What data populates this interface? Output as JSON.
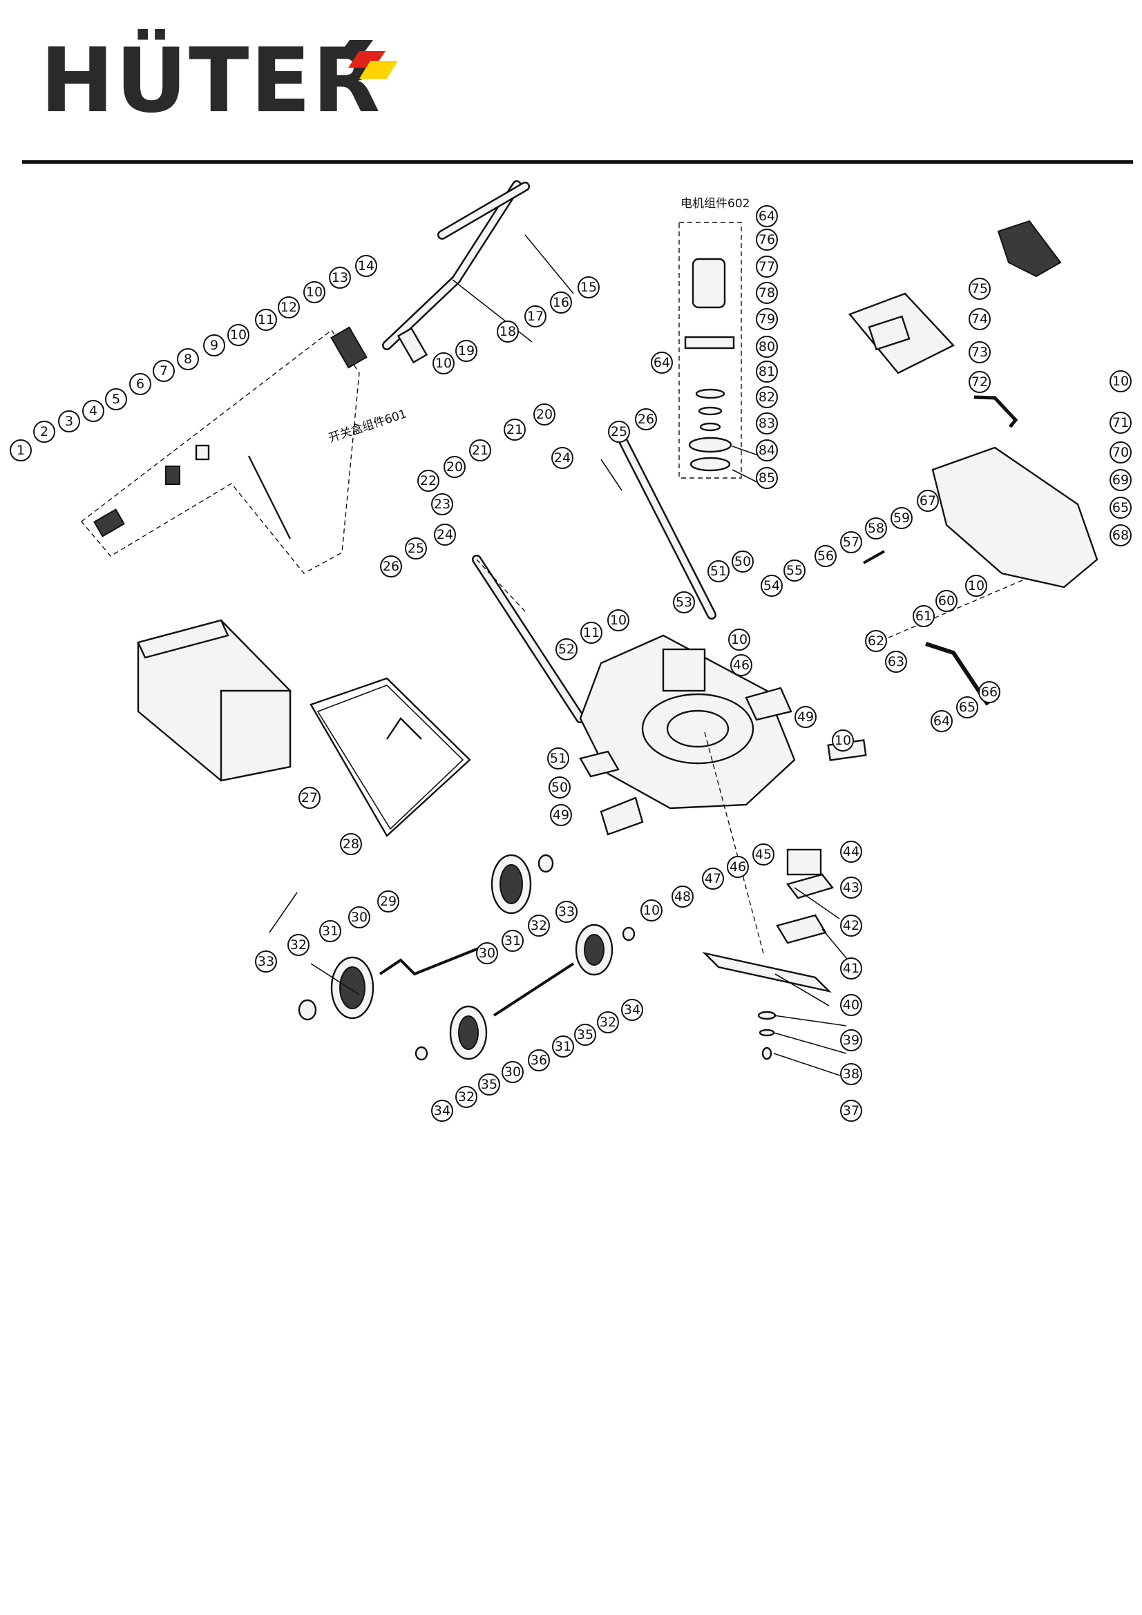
{
  "brand": {
    "name": "HÜTER",
    "accent_colors": [
      "#e2231a",
      "#ffd400",
      "#2a2a2a"
    ]
  },
  "diagram": {
    "subassembly_labels": {
      "motor_assembly": "电机组件602",
      "switch_assembly": "开关盒组件601"
    },
    "callouts": [
      "1",
      "2",
      "3",
      "4",
      "5",
      "6",
      "7",
      "8",
      "9",
      "10",
      "11",
      "12",
      "13",
      "14",
      "15",
      "16",
      "17",
      "18",
      "19",
      "20",
      "21",
      "22",
      "23",
      "24",
      "25",
      "26",
      "27",
      "28",
      "29",
      "30",
      "31",
      "32",
      "33",
      "34",
      "35",
      "36",
      "37",
      "38",
      "39",
      "40",
      "41",
      "42",
      "43",
      "44",
      "45",
      "46",
      "47",
      "48",
      "49",
      "50",
      "51",
      "52",
      "53",
      "54",
      "55",
      "56",
      "57",
      "58",
      "59",
      "60",
      "61",
      "62",
      "63",
      "64",
      "65",
      "66",
      "67",
      "68",
      "69",
      "70",
      "71",
      "72",
      "73",
      "74",
      "75",
      "76",
      "77",
      "78",
      "79",
      "80",
      "81",
      "82",
      "83",
      "84",
      "85"
    ]
  }
}
